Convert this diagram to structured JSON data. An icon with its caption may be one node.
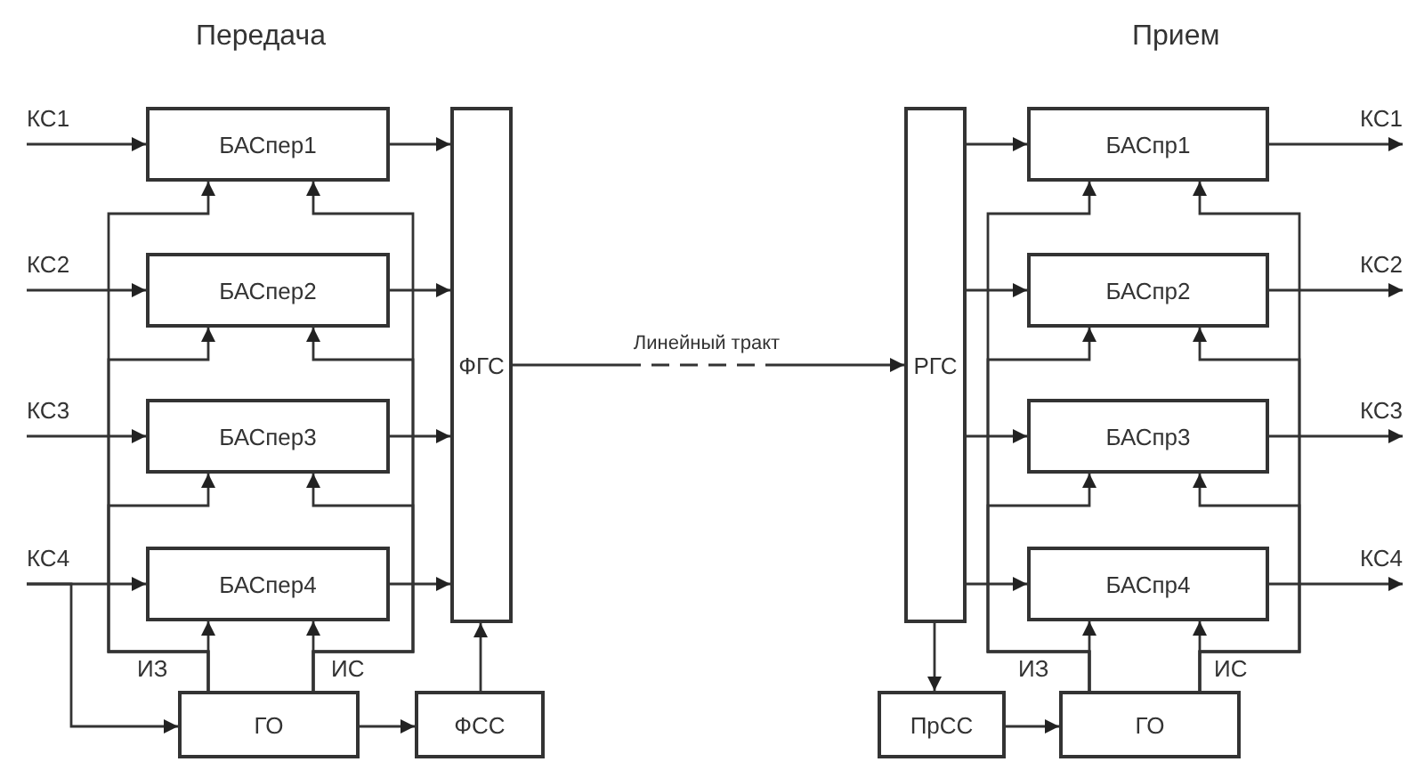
{
  "diagram": {
    "nodes": [
      {
        "text": [
          "КС1"
        ]
      },
      {
        "text": [
          "КС2"
        ]
      },
      {
        "text": [
          "КС3"
        ]
      },
      {
        "text": [
          "КС4"
        ]
      },
      {
        "text": [
          "БАСпер1"
        ]
      },
      {
        "text": [
          "БАСпер2"
        ]
      },
      {
        "text": [
          "БАСпер3"
        ]
      },
      {
        "text": [
          "БАСпер4"
        ]
      },
      {
        "text": [
          "ФГС"
        ]
      },
      {
        "text": [
          "ГО"
        ]
      },
      {
        "text": [
          "ФСС"
        ]
      },
      {
        "text": [
          "РГС"
        ]
      },
      {
        "text": [
          "БАСпр1"
        ]
      },
      {
        "text": [
          "БАСпр2"
        ]
      },
      {
        "text": [
          "БАСпр3"
        ]
      },
      {
        "text": [
          "БАСпр4"
        ]
      },
      {
        "text": [
          "КС1"
        ]
      },
      {
        "text": [
          "КС2"
        ]
      },
      {
        "text": [
          "КС3"
        ]
      },
      {
        "text": [
          "КС4"
        ]
      },
      {
        "text": [
          "ПрСС"
        ]
      },
      {
        "text": [
          "ГО"
        ]
      }
    ],
    "edges": [
      {
        "from": 0,
        "to": 4,
        "arrow": "to"
      },
      {
        "from": 1,
        "to": 5,
        "arrow": "to"
      },
      {
        "from": 2,
        "to": 6,
        "arrow": "to"
      },
      {
        "from": 3,
        "to": 7,
        "arrow": "to"
      },
      {
        "from": 3,
        "to": 9,
        "arrow": "to"
      },
      {
        "from": 4,
        "to": 8,
        "arrow": "to"
      },
      {
        "from": 5,
        "to": 8,
        "arrow": "to"
      },
      {
        "from": 6,
        "to": 8,
        "arrow": "to"
      },
      {
        "from": 7,
        "to": 8,
        "arrow": "to"
      },
      {
        "from": 9,
        "to": 4,
        "arrow": "to"
      },
      {
        "from": 9,
        "to": 5,
        "arrow": "to"
      },
      {
        "from": 9,
        "to": 6,
        "arrow": "to"
      },
      {
        "from": 9,
        "to": 7,
        "arrow": "to"
      },
      {
        "from": 9,
        "to": 4,
        "arrow": "to"
      },
      {
        "from": 9,
        "to": 5,
        "arrow": "to"
      },
      {
        "from": 9,
        "to": 6,
        "arrow": "to"
      },
      {
        "from": 9,
        "to": 7,
        "arrow": "to"
      },
      {
        "from": 9,
        "to": 10,
        "arrow": "to"
      },
      {
        "from": 10,
        "to": 8,
        "arrow": "to"
      },
      {
        "from": 8,
        "to": 11,
        "arrow": "to",
        "label": "Линейный тракт",
        "style": "dashed"
      },
      {
        "from": 11,
        "to": 12,
        "arrow": "to"
      },
      {
        "from": 11,
        "to": 13,
        "arrow": "to"
      },
      {
        "from": 11,
        "to": 14,
        "arrow": "to"
      },
      {
        "from": 11,
        "to": 15,
        "arrow": "to"
      },
      {
        "from": 12,
        "to": 16,
        "arrow": "to"
      },
      {
        "from": 13,
        "to": 17,
        "arrow": "to"
      },
      {
        "from": 14,
        "to": 18,
        "arrow": "to"
      },
      {
        "from": 15,
        "to": 19,
        "arrow": "to"
      },
      {
        "from": 11,
        "to": 20,
        "arrow": "to"
      },
      {
        "from": 20,
        "to": 21,
        "arrow": "to"
      },
      {
        "from": 21,
        "to": 12,
        "arrow": "to"
      },
      {
        "from": 21,
        "to": 13,
        "arrow": "to"
      },
      {
        "from": 21,
        "to": 14,
        "arrow": "to"
      },
      {
        "from": 21,
        "to": 15,
        "arrow": "to"
      },
      {
        "from": 21,
        "to": 12,
        "arrow": "to"
      },
      {
        "from": 21,
        "to": 13,
        "arrow": "to"
      },
      {
        "from": 21,
        "to": 14,
        "arrow": "to"
      },
      {
        "from": 21,
        "to": 15,
        "arrow": "to"
      }
    ],
    "labels": [
      "Передача",
      "Прием",
      "ИЗ",
      "ИС",
      "ИЗ",
      "ИС"
    ]
  }
}
